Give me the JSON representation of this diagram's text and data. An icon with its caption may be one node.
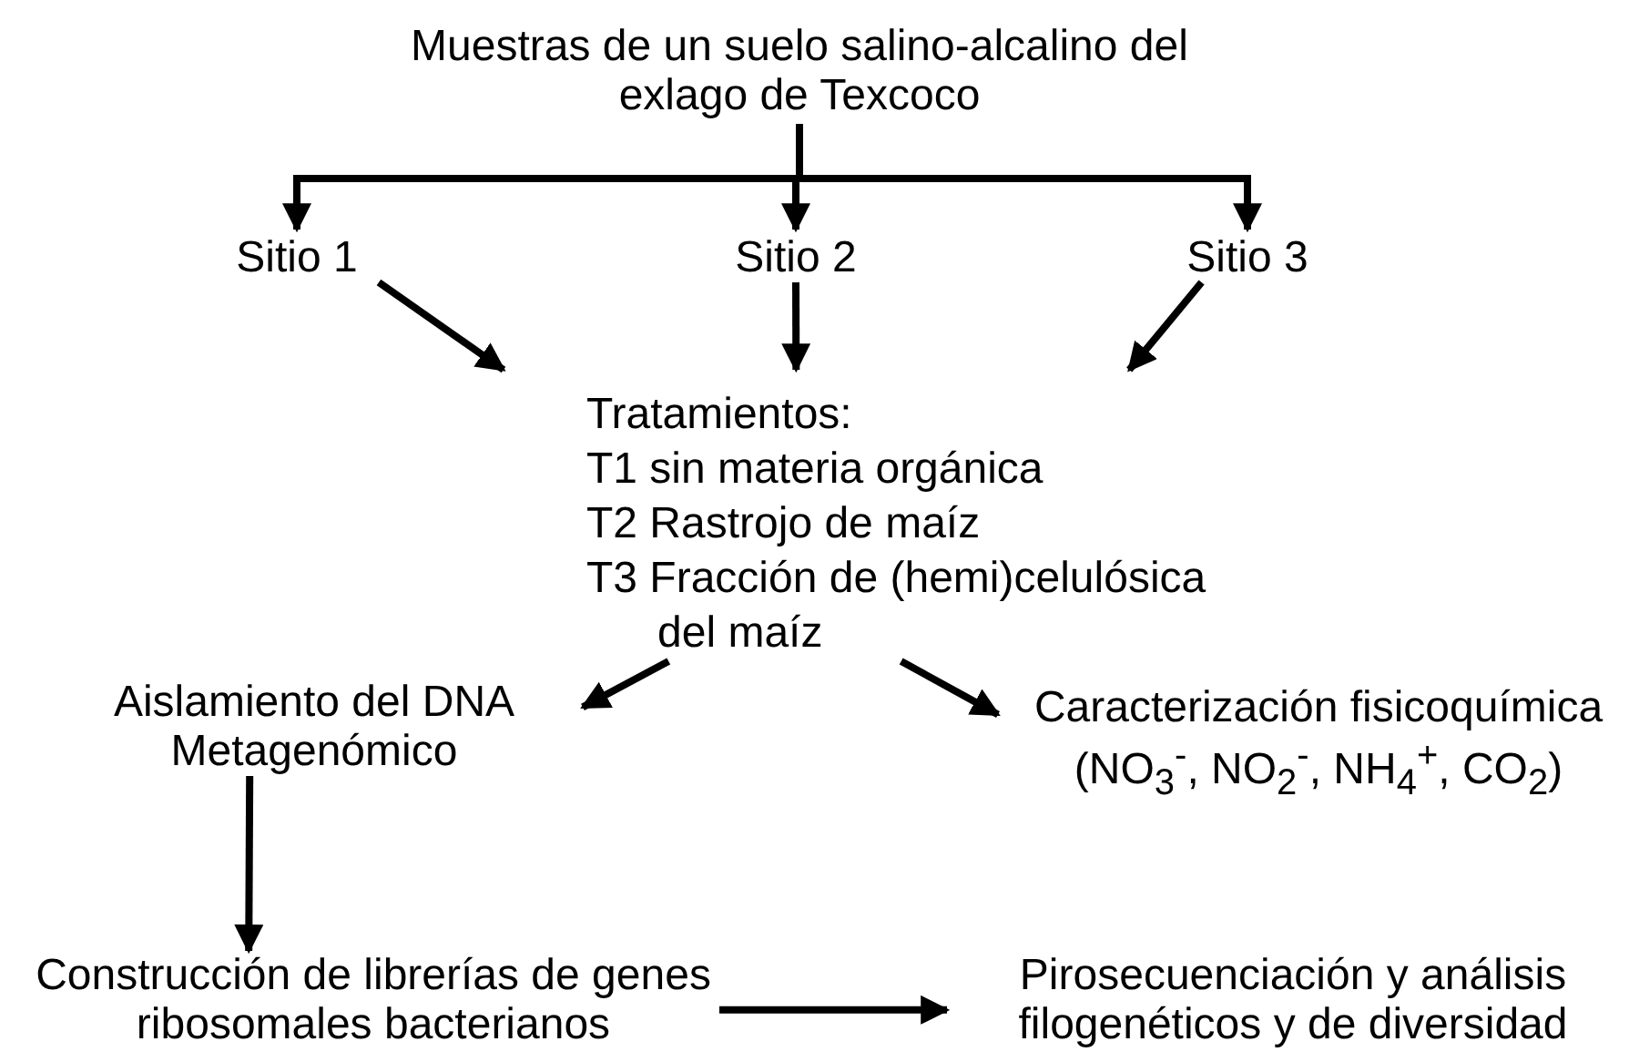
{
  "diagram": {
    "nodes": [
      {
        "text": [
          "Muestras de un suelo salino-alcalino del exlago de Texcoco"
        ]
      },
      {
        "text": [
          "Sitio 1"
        ]
      },
      {
        "text": [
          "Sitio 2"
        ]
      },
      {
        "text": [
          "Sitio 3"
        ]
      },
      {
        "text": [
          "Tratamientos:",
          "T1 sin materia orgánica",
          "T2 Rastrojo de maíz",
          "T3 Fracción de (hemi)celulósica del maíz"
        ]
      },
      {
        "text": [
          "Aislamiento del DNA Metagenómico"
        ]
      },
      {
        "text": [
          "Caracterización fisicoquímica",
          "(NO$_{3}$$^{-}$, NO$_{2}$$^{-}$, NH$_{4}$$^{+}$, CO$_{2}$)"
        ]
      },
      {
        "text": [
          "Construcción de librerías de genes ribosomales bacterianos"
        ]
      },
      {
        "text": [
          "Pirosecuenciación y análisis filogenéticos y de diversidad"
        ]
      }
    ],
    "edges": [
      {
        "from": 0,
        "to": 1,
        "arrow": "to"
      },
      {
        "from": 0,
        "to": 2,
        "arrow": "to"
      },
      {
        "from": 0,
        "to": 3,
        "arrow": "to"
      },
      {
        "from": 1,
        "to": 4,
        "arrow": "to"
      },
      {
        "from": 2,
        "to": 4,
        "arrow": "to"
      },
      {
        "from": 3,
        "to": 4,
        "arrow": "to"
      },
      {
        "from": 4,
        "to": 5,
        "arrow": "to"
      },
      {
        "from": 4,
        "to": 6,
        "arrow": "to"
      },
      {
        "from": 5,
        "to": 7,
        "arrow": "to"
      },
      {
        "from": 7,
        "to": 8,
        "arrow": "to"
      }
    ]
  }
}
